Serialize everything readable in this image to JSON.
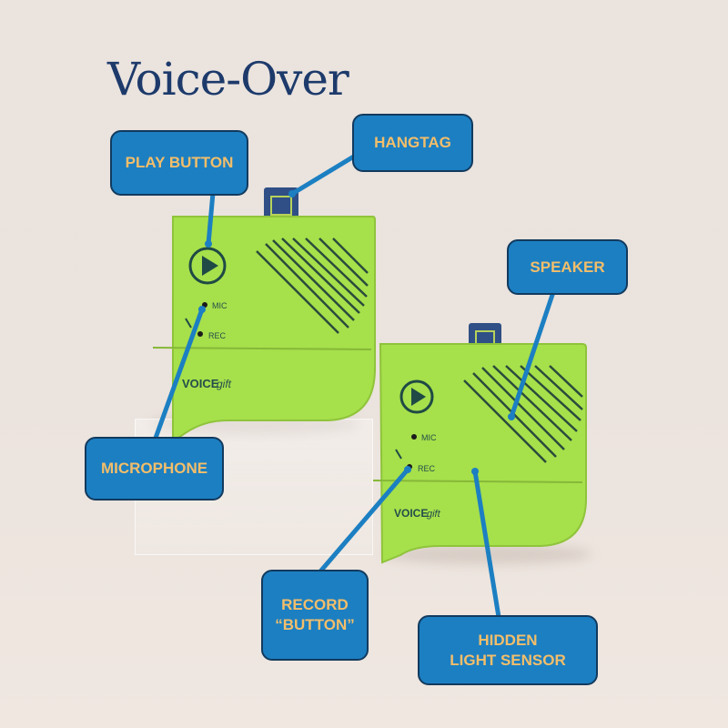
{
  "title": "Voice-Over",
  "callouts": {
    "play_button": "PLAY BUTTON",
    "hangtag": "HANGTAG",
    "speaker": "SPEAKER",
    "microphone": "MICROPHONE",
    "record_line1": "RECORD",
    "record_line2": "“BUTTON”",
    "hidden_line1": "HIDDEN",
    "hidden_line2": "LIGHT SENSOR"
  },
  "device": {
    "mic_label": "MIC",
    "rec_label": "REC",
    "brand_main": "VOICE",
    "brand_sub": "gift"
  },
  "colors": {
    "device_green": "#a6e04b",
    "callout_blue": "#1c7fc2",
    "callout_text": "#f3be6a",
    "title_navy": "#1d3a6b"
  }
}
